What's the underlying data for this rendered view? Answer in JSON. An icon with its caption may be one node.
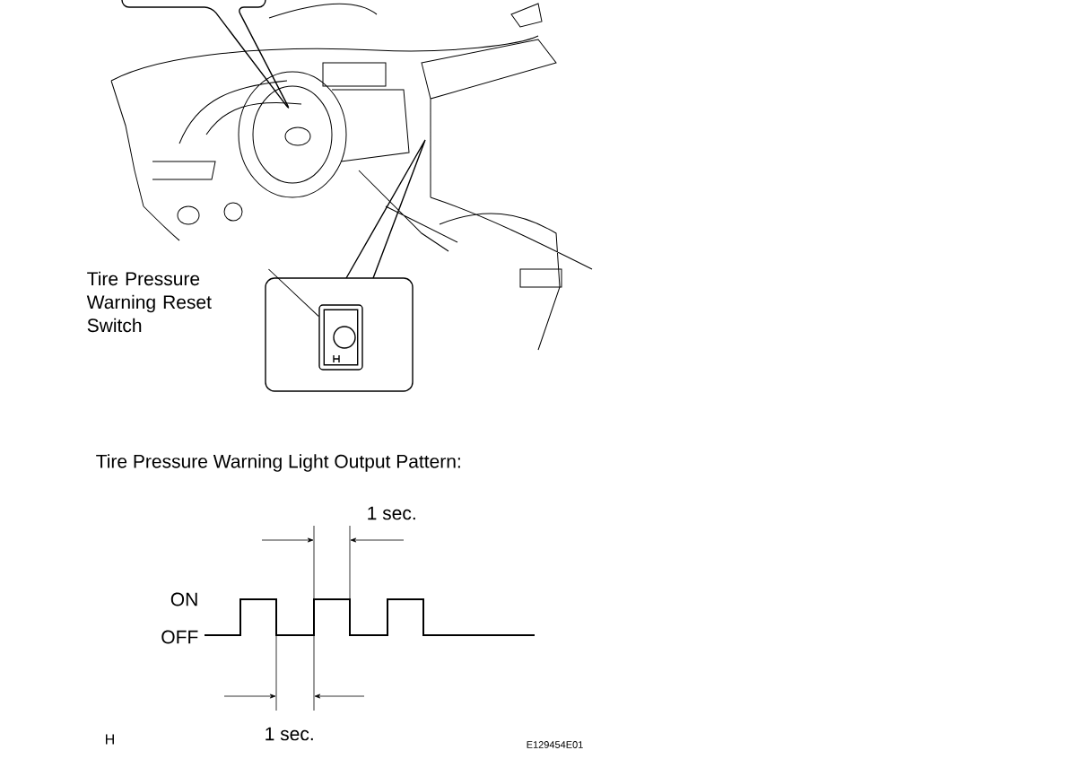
{
  "diagram": {
    "nodes": [
      {
        "text": [],
        "shape": "box"
      },
      {
        "text": [],
        "shape": "box",
        "in": 0
      },
      {
        "text": [
          "Tire Pressure Warning Reset Switch"
        ]
      }
    ],
    "edges": [
      {
        "from": 2,
        "to": 1,
        "arrow": "none"
      }
    ],
    "labels": [
      "Tire Pressure Warning Light Output Pattern:",
      "1 sec.",
      "ON",
      "OFF",
      "1 sec.",
      "H",
      "E129454E01"
    ]
  }
}
